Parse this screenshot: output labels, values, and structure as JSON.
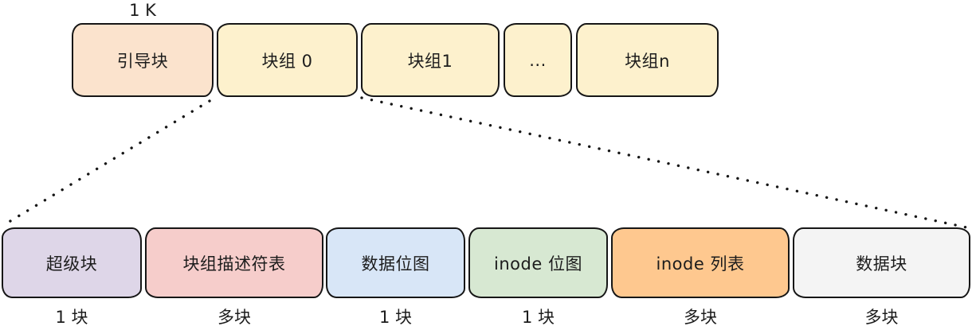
{
  "diagram": {
    "title_semantic": "ext-filesystem-block-group-layout",
    "border_color": "#161616",
    "text_color": "#1c1c1c"
  },
  "top_row": {
    "size_label": "1 K",
    "blocks": [
      {
        "label": "引导块",
        "color": "#fbe3cd"
      },
      {
        "label": "块组 0",
        "color": "#fdf1cd"
      },
      {
        "label": "块组1",
        "color": "#fdf1cd"
      },
      {
        "label": "...",
        "color": "#fdf1cd"
      },
      {
        "label": "块组n",
        "color": "#fdf1cd"
      }
    ]
  },
  "bottom_row": {
    "blocks": [
      {
        "label": "超级块",
        "size": "1 块",
        "color": "#ded6e8"
      },
      {
        "label": "块组描述符表",
        "size": "多块",
        "color": "#f6cdcb"
      },
      {
        "label": "数据位图",
        "size": "1 块",
        "color": "#d8e6f7"
      },
      {
        "label": "inode 位图",
        "size": "1 块",
        "color": "#d7e8d2"
      },
      {
        "label": "inode 列表",
        "size": "多块",
        "color": "#fec88f"
      },
      {
        "label": "数据块",
        "size": "多块",
        "color": "#f4f4f4"
      }
    ]
  }
}
